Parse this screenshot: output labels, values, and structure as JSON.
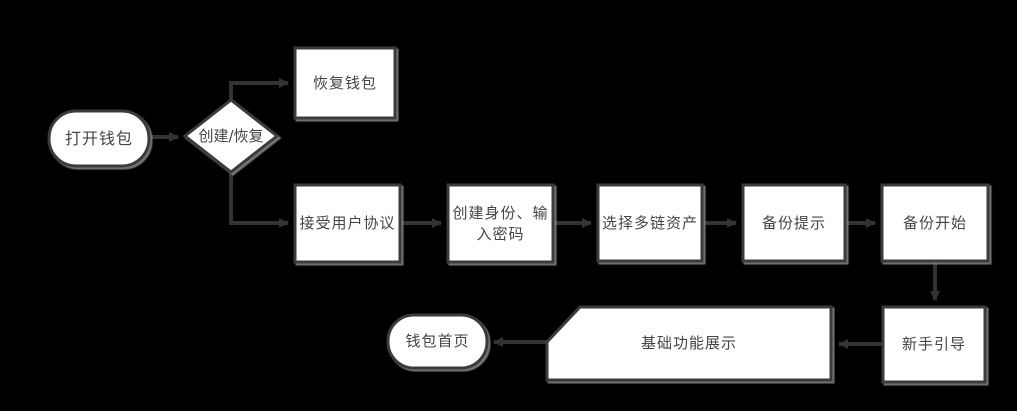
{
  "diagram": {
    "colors": {
      "background": "#000000",
      "node_fill": "#ffffff",
      "node_border": "#3a3a3a",
      "connector": "#333333",
      "shadow": "#8a8a8a",
      "text": "#454545"
    },
    "nodes": {
      "open_wallet": {
        "label": "打开钱包",
        "shape": "terminator"
      },
      "create_or_restore": {
        "label": "创建/恢复",
        "shape": "decision"
      },
      "restore_wallet": {
        "label": "恢复钱包",
        "shape": "process"
      },
      "accept_agreement": {
        "label": "接受用户协议",
        "shape": "process"
      },
      "create_identity": {
        "label": "创建身份、输入密码",
        "shape": "process"
      },
      "select_multichain_assets": {
        "label": "选择多链资产",
        "shape": "process"
      },
      "backup_prompt": {
        "label": "备份提示",
        "shape": "process"
      },
      "backup_start": {
        "label": "备份开始",
        "shape": "process"
      },
      "newbie_guide": {
        "label": "新手引导",
        "shape": "process"
      },
      "basic_features": {
        "label": "基础功能展示",
        "shape": "card"
      },
      "wallet_home": {
        "label": "钱包首页",
        "shape": "terminator"
      }
    },
    "edges": [
      {
        "from": "open_wallet",
        "to": "create_or_restore"
      },
      {
        "from": "create_or_restore",
        "to": "restore_wallet"
      },
      {
        "from": "create_or_restore",
        "to": "accept_agreement"
      },
      {
        "from": "accept_agreement",
        "to": "create_identity"
      },
      {
        "from": "create_identity",
        "to": "select_multichain_assets"
      },
      {
        "from": "select_multichain_assets",
        "to": "backup_prompt"
      },
      {
        "from": "backup_prompt",
        "to": "backup_start"
      },
      {
        "from": "backup_start",
        "to": "newbie_guide"
      },
      {
        "from": "newbie_guide",
        "to": "basic_features"
      },
      {
        "from": "basic_features",
        "to": "wallet_home"
      }
    ]
  }
}
